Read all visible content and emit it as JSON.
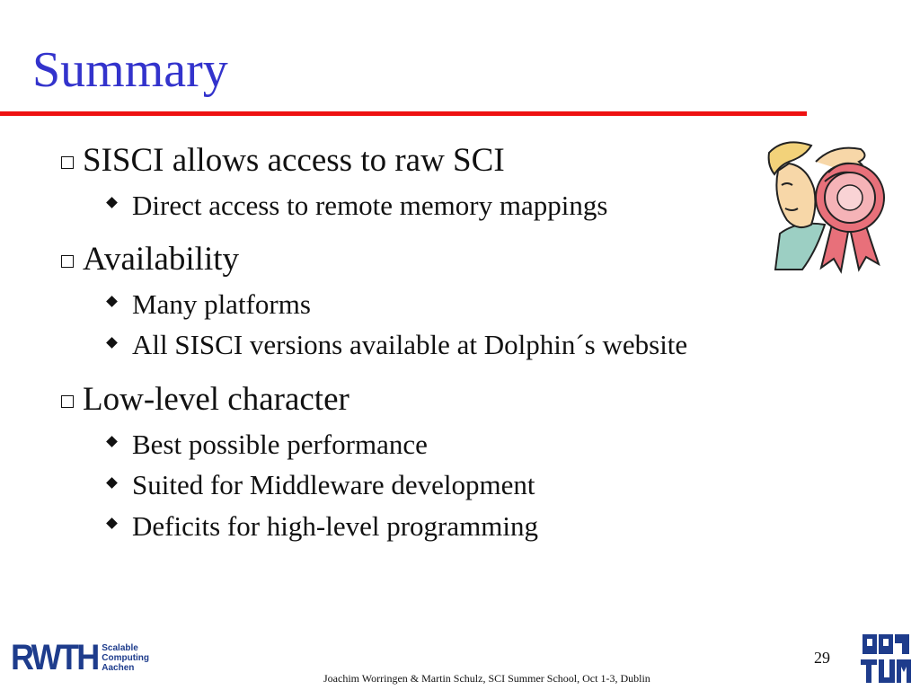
{
  "slide": {
    "title": "Summary",
    "bullets": [
      {
        "text": "SISCI allows access to raw SCI",
        "sub": [
          "Direct access to remote memory mappings"
        ]
      },
      {
        "text": "Availability",
        "sub": [
          "Many platforms",
          "All SISCI versions available at Dolphin´s website"
        ]
      },
      {
        "text": "Low-level character",
        "sub": [
          "Best possible performance",
          "Suited for Middleware development",
          "Deficits for high-level programming"
        ]
      }
    ],
    "page_number": "29",
    "footer": "Joachim Worringen & Martin Schulz, SCI Summer School, Oct 1-3, Dublin"
  },
  "logo": {
    "rwth": "RWTH",
    "line1": "Scalable",
    "line2": "Computing",
    "line3": "Aachen"
  },
  "colors": {
    "title": "#3333cc",
    "rule": "#ee1111",
    "logo": "#1e3c8c"
  },
  "icons": {
    "clipart": "person-with-rosette-award-icon",
    "tum": "tum-logo-icon"
  }
}
